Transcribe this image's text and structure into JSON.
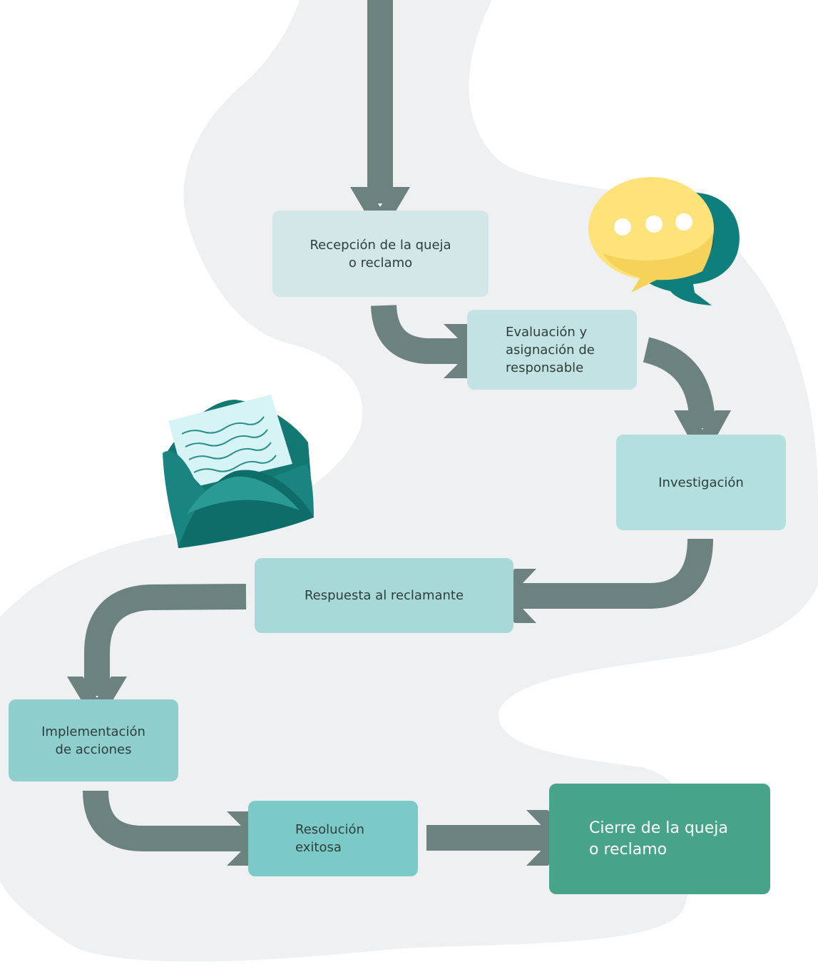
{
  "colors": {
    "background_blob": "#eff0f2",
    "arrow": "#6c827f",
    "step_1": "#d3e6e8",
    "step_2": "#c2e2e3",
    "step_3": "#b3dfdf",
    "step_4": "#a6d9d8",
    "step_5": "#8ecfcd",
    "step_6": "#7ccac8",
    "step_7": "#48a488",
    "final_text": "#ffffff",
    "speech_bubble_yellow": "#fde37a",
    "speech_bubble_teal": "#0e7f7c",
    "envelope": "#1a8580",
    "letter": "#d6f4f6"
  },
  "steps": [
    {
      "label": "Recepción de la queja\no reclamo"
    },
    {
      "label": "Evaluación y\nasignación de\nresponsable"
    },
    {
      "label": "Investigación"
    },
    {
      "label": "Respuesta al reclamante"
    },
    {
      "label": "Implementación\nde acciones"
    },
    {
      "label": "Resolución\nexitosa"
    },
    {
      "label": "Cierre de la queja\no reclamo"
    }
  ],
  "icons": [
    "speech-bubbles-icon",
    "open-envelope-icon"
  ]
}
